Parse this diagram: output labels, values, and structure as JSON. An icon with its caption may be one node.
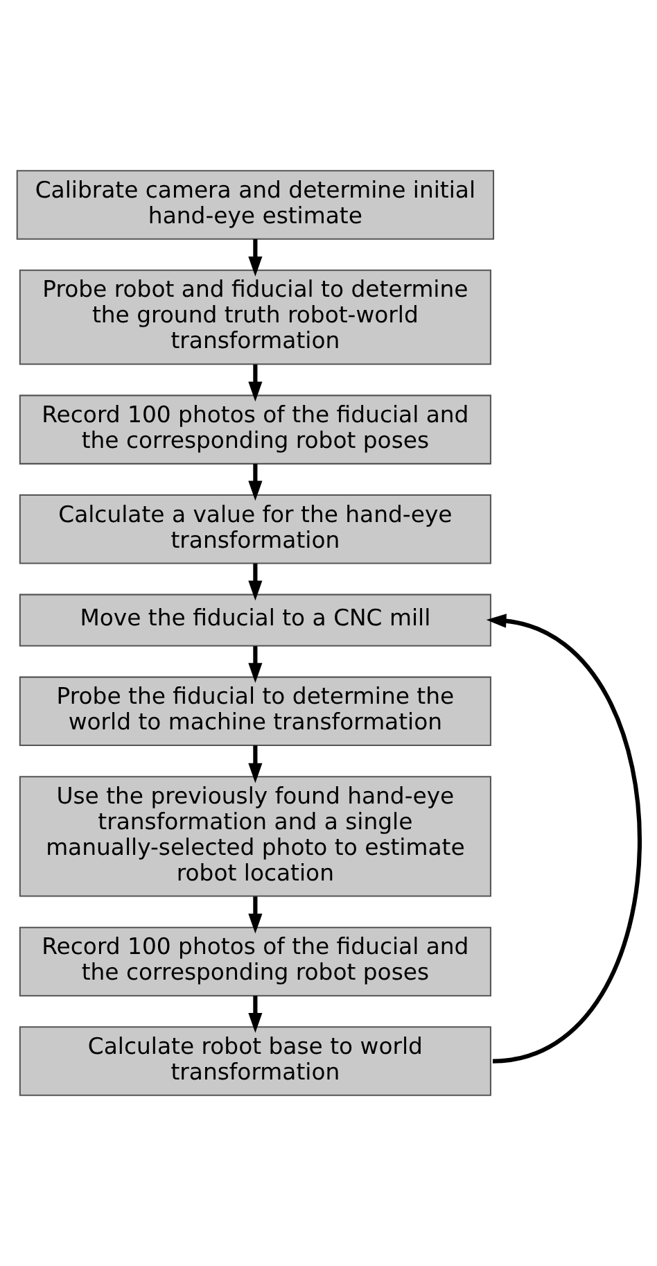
{
  "diagram": {
    "nodes": [
      {
        "text": [
          "Calibrate camera and determine initial hand-eye estimate"
        ]
      },
      {
        "text": [
          "Probe robot and fiducial to determine the ground truth robot-world transformation"
        ]
      },
      {
        "text": [
          "Record 100 photos of the fiducial and the corresponding robot poses"
        ]
      },
      {
        "text": [
          "Calculate a value for the hand-eye transformation"
        ]
      },
      {
        "text": [
          "Move the fiducial to a CNC mill"
        ]
      },
      {
        "text": [
          "Probe the fiducial to determine the world to machine transformation"
        ]
      },
      {
        "text": [
          "Use the previously found hand-eye transformation and a single manually-selected photo to estimate robot location"
        ]
      },
      {
        "text": [
          "Record 100 photos of the fiducial and the corresponding robot poses"
        ]
      },
      {
        "text": [
          "Calculate robot base to world transformation"
        ]
      }
    ],
    "edges": [
      {
        "from": 0,
        "to": 1,
        "arrow": "to"
      },
      {
        "from": 1,
        "to": 2,
        "arrow": "to"
      },
      {
        "from": 2,
        "to": 3,
        "arrow": "to"
      },
      {
        "from": 3,
        "to": 4,
        "arrow": "to"
      },
      {
        "from": 4,
        "to": 5,
        "arrow": "to"
      },
      {
        "from": 5,
        "to": 6,
        "arrow": "to"
      },
      {
        "from": 6,
        "to": 7,
        "arrow": "to"
      },
      {
        "from": 7,
        "to": 8,
        "arrow": "to"
      },
      {
        "from": 8,
        "to": 4,
        "arrow": "to"
      }
    ]
  }
}
